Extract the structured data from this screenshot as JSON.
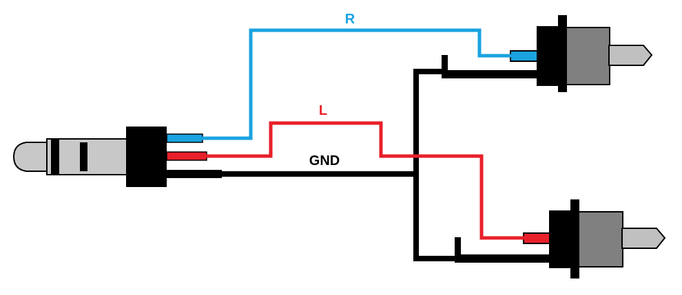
{
  "labels": {
    "right": "R",
    "left": "L",
    "ground": "GND"
  },
  "colors": {
    "right_wire": "#1aa3e0",
    "left_wire": "#e8202a",
    "ground_wire": "#000000",
    "plug_body": "#c8c8c8",
    "rca_body": "#808080",
    "rca_pin": "#c0c0c0",
    "housing": "#000000"
  }
}
